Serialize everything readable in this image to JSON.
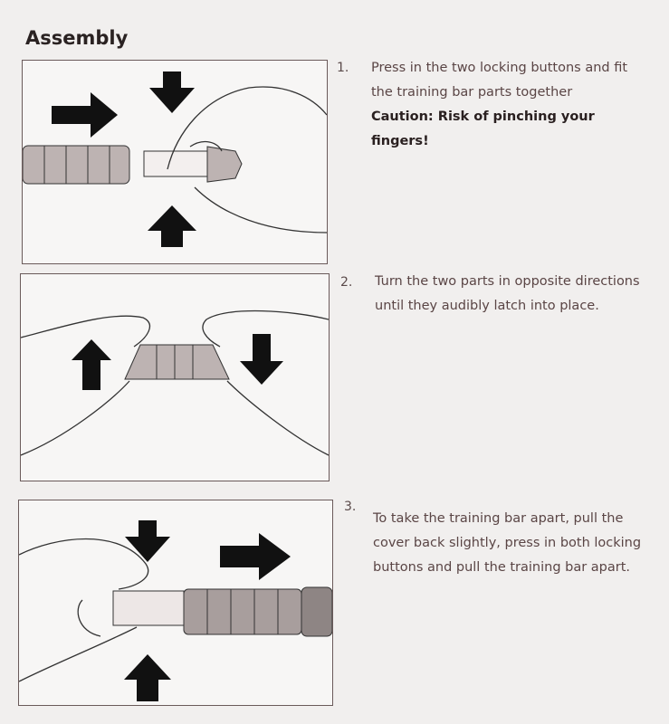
{
  "title": "Assembly",
  "steps": [
    {
      "number": "1.",
      "text": "Press in the two locking buttons and fit the training bar parts together",
      "caution": "Caution: Risk of pinching your fingers!"
    },
    {
      "number": "2.",
      "text": "Turn the two parts in opposite directions until they audibly latch into place."
    },
    {
      "number": "3.",
      "text": "To take the training bar apart, pull the cover back slightly, press in both locking buttons and pull the training bar apart."
    }
  ]
}
